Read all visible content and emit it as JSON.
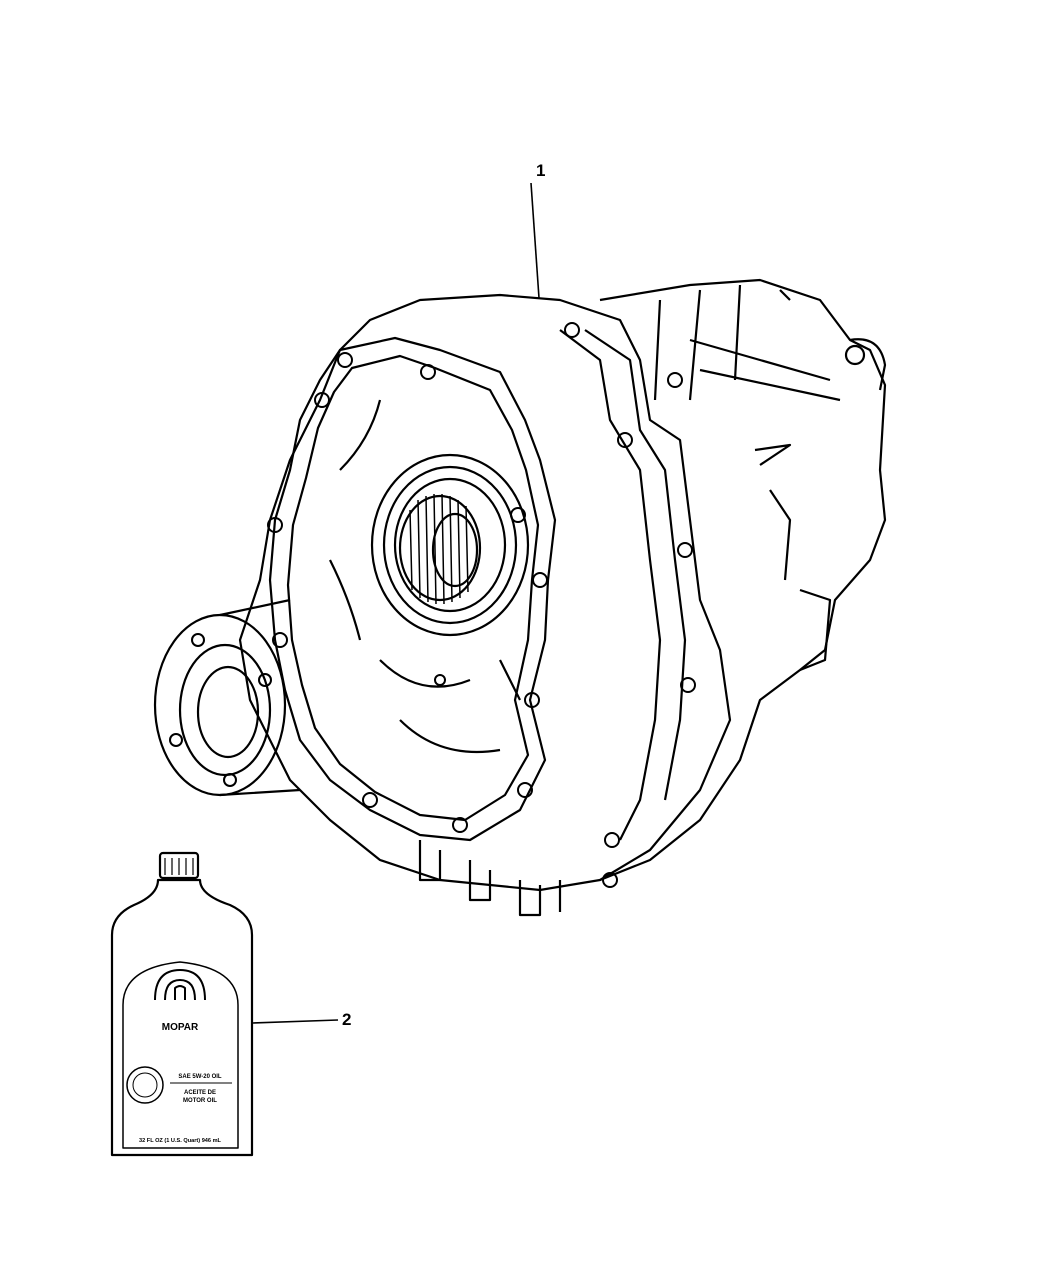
{
  "callouts": [
    {
      "number": "1",
      "part": "transfer-case-assembly"
    },
    {
      "number": "2",
      "part": "oil-bottle"
    }
  ],
  "bottle_label": {
    "brand": "MOPAR",
    "product_line1": "SAE 5W-20 OIL",
    "product_line2": "ACEITE DE",
    "product_line3": "MOTOR OIL",
    "volume": "32 FL OZ (1 U.S. Quart) 946 mL"
  },
  "colors": {
    "line": "#000000",
    "background": "#ffffff"
  }
}
